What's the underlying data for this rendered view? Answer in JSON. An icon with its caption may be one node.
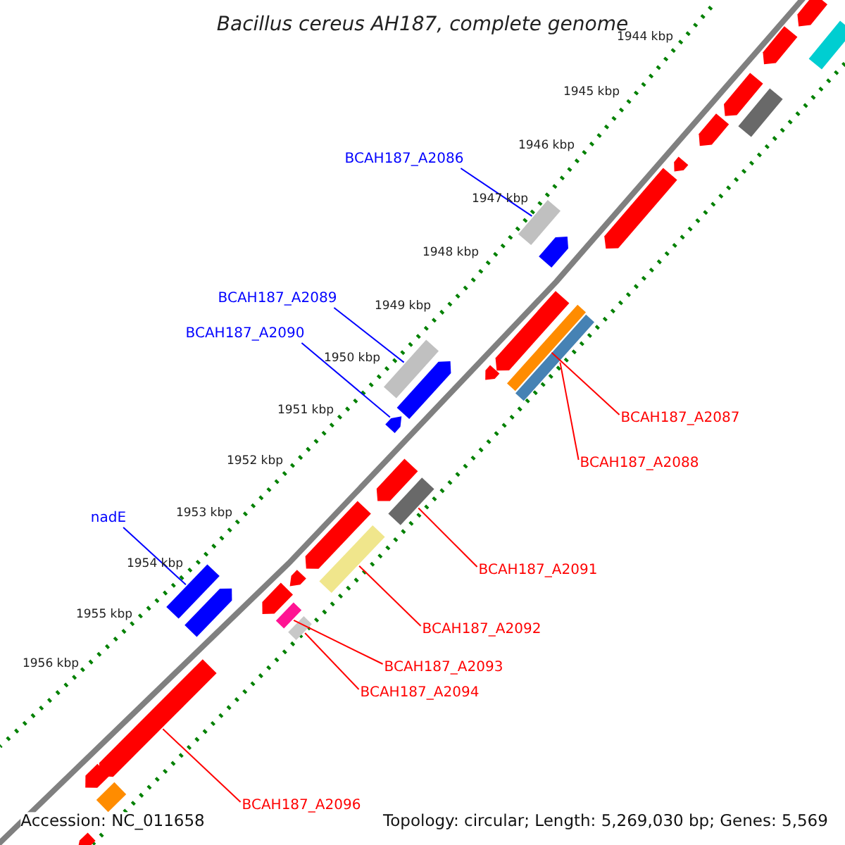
{
  "diagram": {
    "title": "Bacillus cereus AH187, complete genome",
    "nodes": [
      {
        "text": [
          "BCAH187_A2086"
        ]
      },
      {
        "text": [],
        "shape": "bar"
      },
      {
        "text": [
          "BCAH187_A2089"
        ]
      },
      {
        "text": [],
        "shape": "bar"
      },
      {
        "text": [
          "BCAH187_A2090"
        ]
      },
      {
        "text": [],
        "shape": "bar"
      },
      {
        "text": [
          "nadE"
        ]
      },
      {
        "text": [],
        "shape": "bar"
      },
      {
        "text": [
          "BCAH187_A2087"
        ]
      },
      {
        "text": [],
        "shape": "bar"
      },
      {
        "text": [
          "BCAH187_A2088"
        ]
      },
      {
        "text": [],
        "shape": "bar"
      },
      {
        "text": [
          "BCAH187_A2091"
        ]
      },
      {
        "text": [],
        "shape": "bar"
      },
      {
        "text": [
          "BCAH187_A2092"
        ]
      },
      {
        "text": [],
        "shape": "bar"
      },
      {
        "text": [
          "BCAH187_A2093"
        ]
      },
      {
        "text": [],
        "shape": "bar"
      },
      {
        "text": [
          "BCAH187_A2094"
        ]
      },
      {
        "text": [],
        "shape": "bar"
      },
      {
        "text": [
          "BCAH187_A2096"
        ]
      },
      {
        "text": [],
        "shape": "bar"
      },
      {
        "text": [],
        "shape": "bar"
      },
      {
        "text": [],
        "shape": "bar"
      },
      {
        "text": [],
        "shape": "bar"
      },
      {
        "text": [],
        "shape": "bar"
      },
      {
        "text": [],
        "shape": "bar"
      },
      {
        "text": [],
        "shape": "bar"
      },
      {
        "text": [],
        "shape": "bar"
      },
      {
        "text": [],
        "shape": "bar"
      },
      {
        "text": [],
        "shape": "bar"
      },
      {
        "text": [],
        "shape": "bar"
      },
      {
        "text": [],
        "shape": "bar"
      },
      {
        "text": [],
        "shape": "bar"
      },
      {
        "text": [],
        "shape": "bar"
      },
      {
        "text": [],
        "shape": "bar"
      },
      {
        "text": [],
        "shape": "bar"
      },
      {
        "text": [],
        "shape": "bar"
      },
      {
        "text": [],
        "shape": "bar"
      },
      {
        "text": [],
        "shape": "bar"
      },
      {
        "text": [],
        "shape": "bar"
      },
      {
        "text": [],
        "shape": "bar"
      }
    ],
    "edges": [
      {
        "from": 0,
        "to": 1,
        "arrow": "none",
        "color": "#0000ff"
      },
      {
        "from": 2,
        "to": 3,
        "arrow": "none",
        "color": "#0000ff"
      },
      {
        "from": 4,
        "to": 5,
        "arrow": "none",
        "color": "#0000ff"
      },
      {
        "from": 6,
        "to": 7,
        "arrow": "none",
        "color": "#0000ff"
      },
      {
        "from": 8,
        "to": 9,
        "arrow": "none"
      },
      {
        "from": 10,
        "to": 11,
        "arrow": "none"
      },
      {
        "from": 12,
        "to": 13,
        "arrow": "none"
      },
      {
        "from": 14,
        "to": 15,
        "arrow": "none"
      },
      {
        "from": 16,
        "to": 17,
        "arrow": "none"
      },
      {
        "from": 18,
        "to": 19,
        "arrow": "none"
      },
      {
        "from": 20,
        "to": 21,
        "arrow": "none"
      }
    ],
    "labels": [
      "1944 kbp",
      "1945 kbp",
      "1946 kbp",
      "1947 kbp",
      "1948 kbp",
      "1949 kbp",
      "1950 kbp",
      "1951 kbp",
      "1952 kbp",
      "1953 kbp",
      "1954 kbp",
      "1955 kbp",
      "1956 kbp",
      "Accession: NC_011658",
      "Topology: circular; Length: 5,269,030 bp; Genes: 5,569"
    ]
  }
}
